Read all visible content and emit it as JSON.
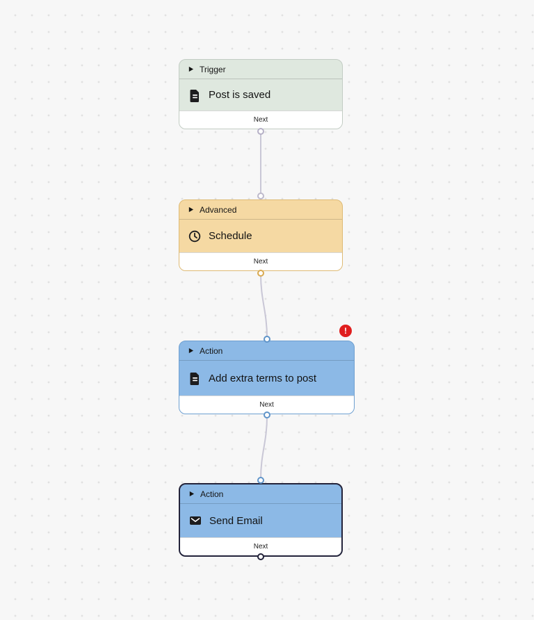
{
  "workflow": {
    "nodes": [
      {
        "category": "Trigger",
        "title": "Post is saved",
        "icon": "document-icon",
        "footer_label": "Next",
        "theme": "green",
        "background": "#dfe8df",
        "border": "#c2ccc3"
      },
      {
        "category": "Advanced",
        "title": "Schedule",
        "icon": "clock-icon",
        "footer_label": "Next",
        "theme": "orange",
        "background": "#f5d9a3",
        "border": "#deba74"
      },
      {
        "category": "Action",
        "title": "Add extra terms to post",
        "icon": "document-icon",
        "footer_label": "Next",
        "theme": "blue",
        "background": "#8cb9e6",
        "border": "#6d9fd0",
        "has_error": true
      },
      {
        "category": "Action",
        "title": "Send Email",
        "icon": "mail-icon",
        "footer_label": "Next",
        "theme": "blue",
        "background": "#8cb9e6",
        "border": "#23233a",
        "selected": true
      }
    ],
    "connections": [
      {
        "from": "Post is saved",
        "to": "Schedule"
      },
      {
        "from": "Schedule",
        "to": "Add extra terms to post"
      },
      {
        "from": "Add extra terms to post",
        "to": "Send Email"
      }
    ],
    "error_badge": {
      "glyph": "!",
      "color": "#e01e1e",
      "attached_to": "Add extra terms to post"
    },
    "colors": {
      "canvas_background": "#f7f7f7",
      "grid_dot": "#e1e1e1",
      "connector": "#c9c7d6",
      "footer_background": "#ffffff",
      "selected_border": "#23233a"
    }
  }
}
